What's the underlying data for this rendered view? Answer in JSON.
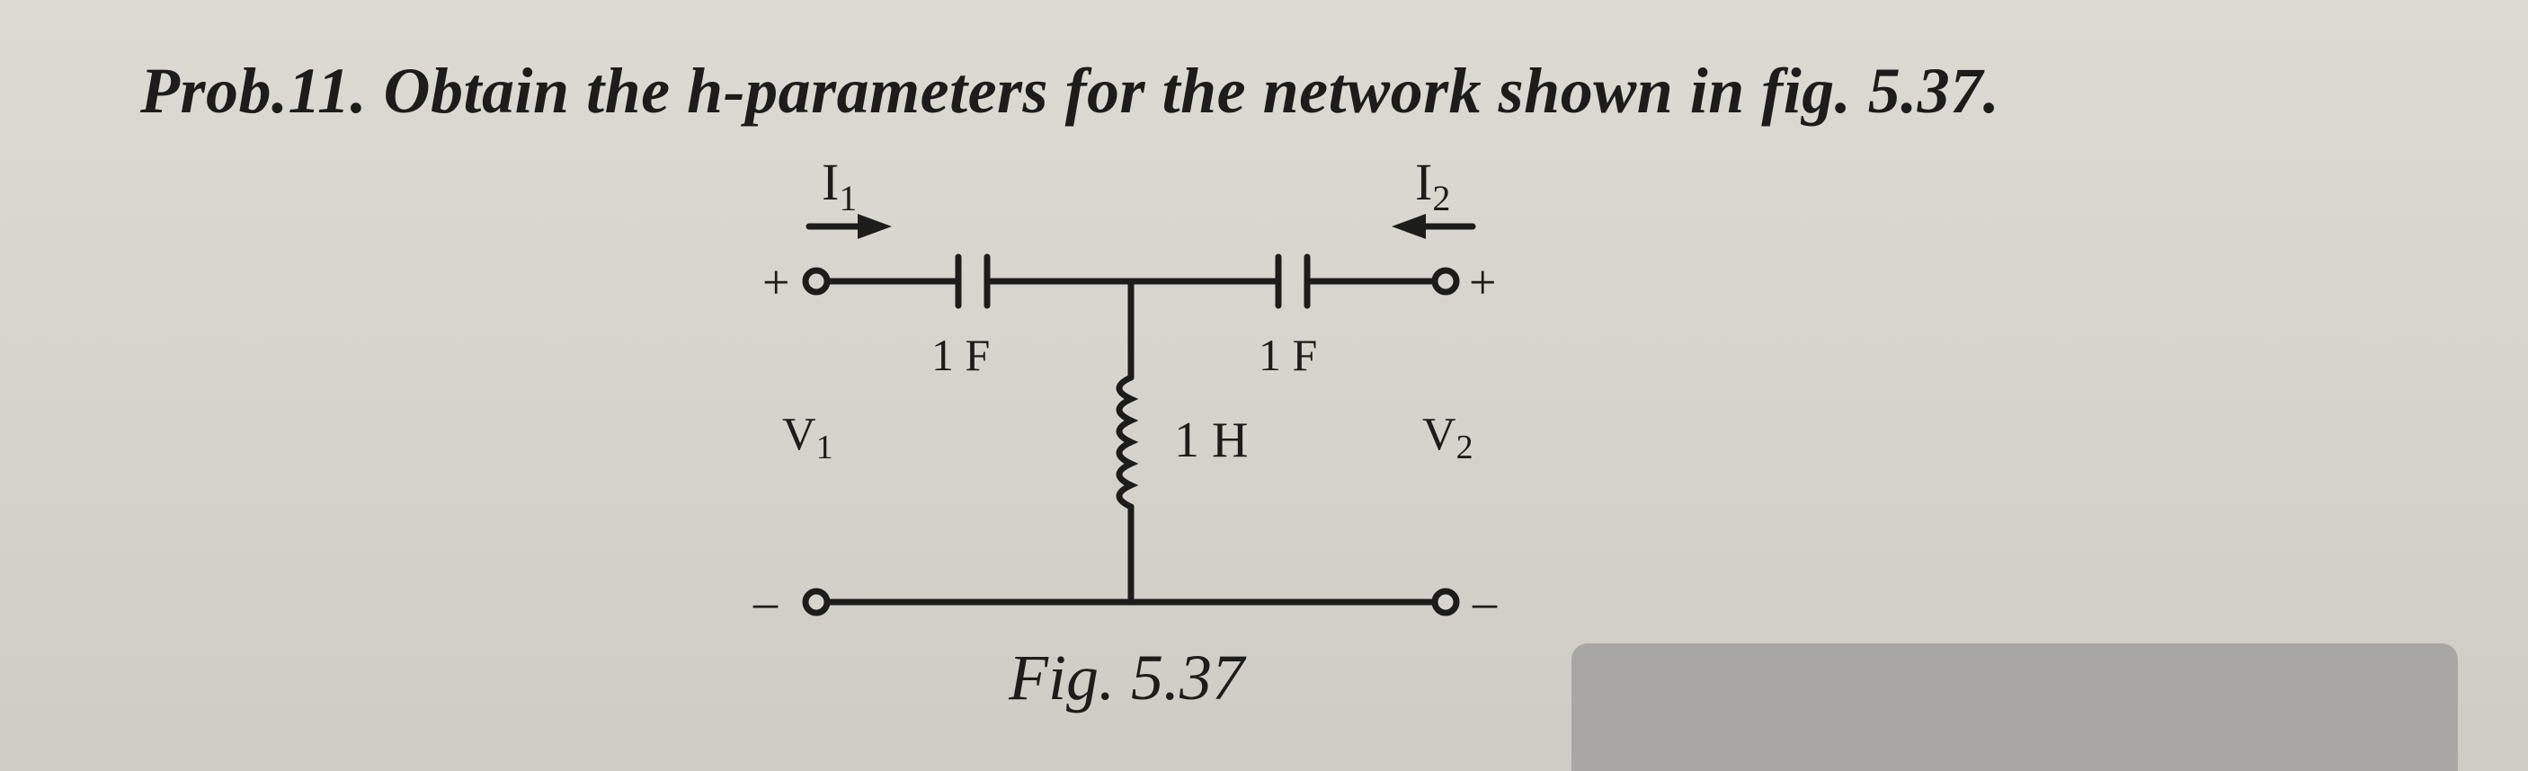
{
  "problem": {
    "heading": "Prob.11. Obtain the h-parameters for the network shown in fig. 5.37."
  },
  "figure": {
    "caption": "Fig. 5.37",
    "current_in": {
      "base": "I",
      "sub": "1"
    },
    "current_out": {
      "base": "I",
      "sub": "2"
    },
    "voltage_in": {
      "base": "V",
      "sub": "1"
    },
    "voltage_out": {
      "base": "V",
      "sub": "2"
    },
    "cap_left_label": "1 F",
    "cap_right_label": "1 F",
    "inductor_label": "1 H",
    "plus": "+",
    "minus": "–"
  }
}
